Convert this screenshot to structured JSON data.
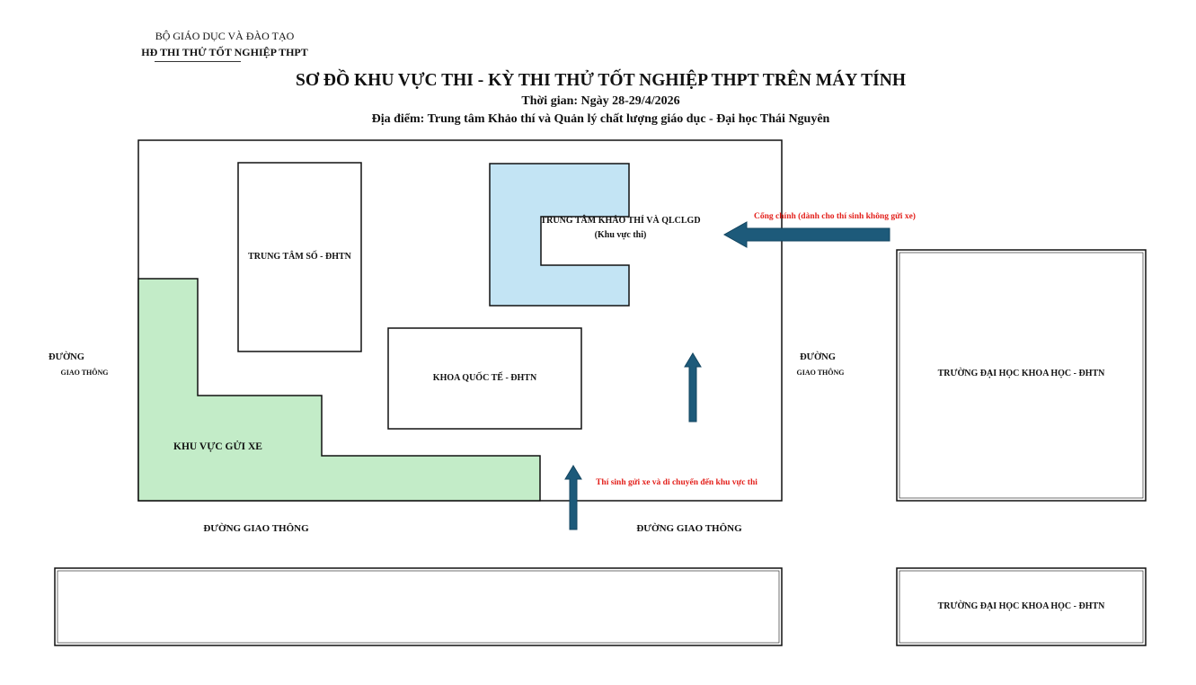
{
  "header": {
    "ministry": "BỘ GIÁO DỤC VÀ ĐÀO TẠO",
    "council": "HĐ THI THỬ TỐT NGHIỆP THPT",
    "title": "SƠ ĐỒ KHU VỰC THI - KỲ THI THỬ TỐT NGHIỆP THPT TRÊN MÁY TÍNH",
    "time": "Thời gian: Ngày 28-29/4/2026",
    "place": "Địa điểm: Trung tâm Khảo thí và Quản lý chất lượng giáo dục - Đại học Thái Nguyên"
  },
  "map": {
    "buildings": {
      "digital_center": "TRUNG TÂM SỐ - ĐHTN",
      "exam_center": "TRUNG TÂM KHẢO THÍ VÀ QLCLGD",
      "exam_area": "(Khu vực thi)",
      "intl_faculty": "KHOA QUỐC TẾ - ĐHTN",
      "parking": "KHU VỰC GỬI XE",
      "science_univ_1": "TRƯỜNG ĐẠI HỌC KHOA HỌC - ĐHTN",
      "science_univ_2": "TRƯỜNG ĐẠI HỌC KHOA HỌC - ĐHTN"
    },
    "roads": {
      "left_line1": "ĐƯỜNG",
      "left_line2": "GIAO THÔNG",
      "mid_line1": "ĐƯỜNG",
      "mid_line2": "GIAO THÔNG",
      "bottom_left": "ĐƯỜNG GIAO THÔNG",
      "bottom_right": "ĐƯỜNG GIAO THÔNG"
    },
    "notes": {
      "main_gate": "Cổng chính (dành cho thí sinh không gửi xe)",
      "parking_route": "Thí sinh gửi xe và di chuyển đến khu vực thi"
    },
    "colors": {
      "exam_center_fill": "#c3e4f4",
      "parking_fill": "#c3ecc8",
      "arrow": "#1d5a7a",
      "note_text": "#e3201b"
    },
    "icons": [
      "arrow-left-icon",
      "arrow-up-icon",
      "arrow-up-icon"
    ]
  }
}
